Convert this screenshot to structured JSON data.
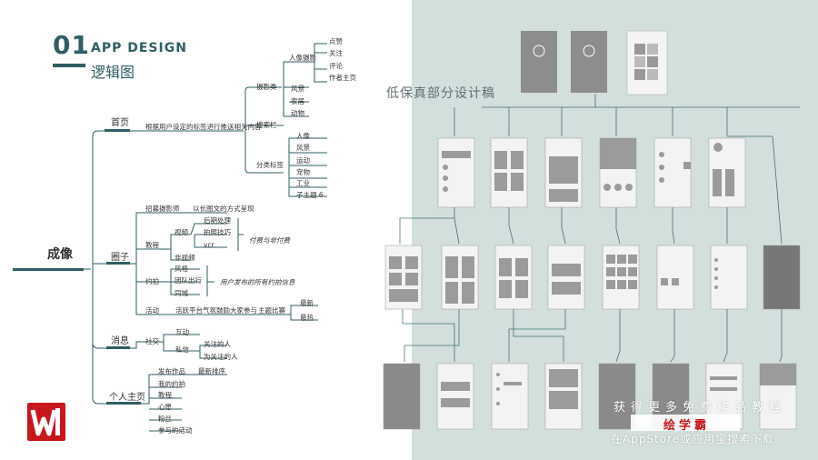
{
  "header": {
    "number": "01",
    "title_en": "APP DESIGN",
    "title_cn": "逻辑图"
  },
  "prototype_title": "低保真部分设计稿",
  "mindmap": {
    "root": "成像",
    "branch1": {
      "label": "首页",
      "desc": "根据用户设定的标签进行推送相关内容",
      "photography": "摄影类",
      "portrait": "人像摄影",
      "portrait_items": [
        "点赞",
        "关注",
        "评论",
        "作者主页"
      ],
      "landscape": "风景",
      "home": "家居",
      "animal": "动物",
      "search": "搜索栏",
      "category": "分类标签",
      "category_items": [
        "人像",
        "风景",
        "运动",
        "宠物",
        "工业",
        "子主题 6"
      ]
    },
    "branch2": {
      "label": "圈子",
      "recruit": "招募摄影师",
      "recruit_desc": "以长图文的方式呈现",
      "tutorial": "教程",
      "video": "视频",
      "video_items": [
        "后期处理",
        "拍照技巧",
        "vcr"
      ],
      "non_video": "非视频",
      "paid_note": "付费与非付费",
      "appoint": "约拍",
      "appoint_items": [
        "风格",
        "团队出行",
        "同城"
      ],
      "appoint_note": "用户发布的所有约拍信息",
      "activity": "活动",
      "activity_desc": "活跃平台气氛鼓励大家参与",
      "topic": "主题比赛",
      "topic_items": [
        "最新",
        "最热"
      ]
    },
    "branch3": {
      "label": "消息",
      "social": "社交",
      "interact": "互动",
      "private": "私信",
      "follow_items": [
        "关注的人",
        "为关注的人"
      ]
    },
    "branch4": {
      "label": "个人主页",
      "items": [
        "发布作品",
        "我的约拍",
        "教程",
        "心愿",
        "粉丝",
        "参与的活动"
      ],
      "latest": "最新排序"
    }
  },
  "watermark": {
    "line1": "获得更多免费作品教程",
    "brand": "绘学霸",
    "line3": "在AppStore或应用宝搜索下载"
  },
  "colors": {
    "teal": "#2f5e63",
    "panel": "#d2dfdc",
    "red": "#c8161d"
  }
}
